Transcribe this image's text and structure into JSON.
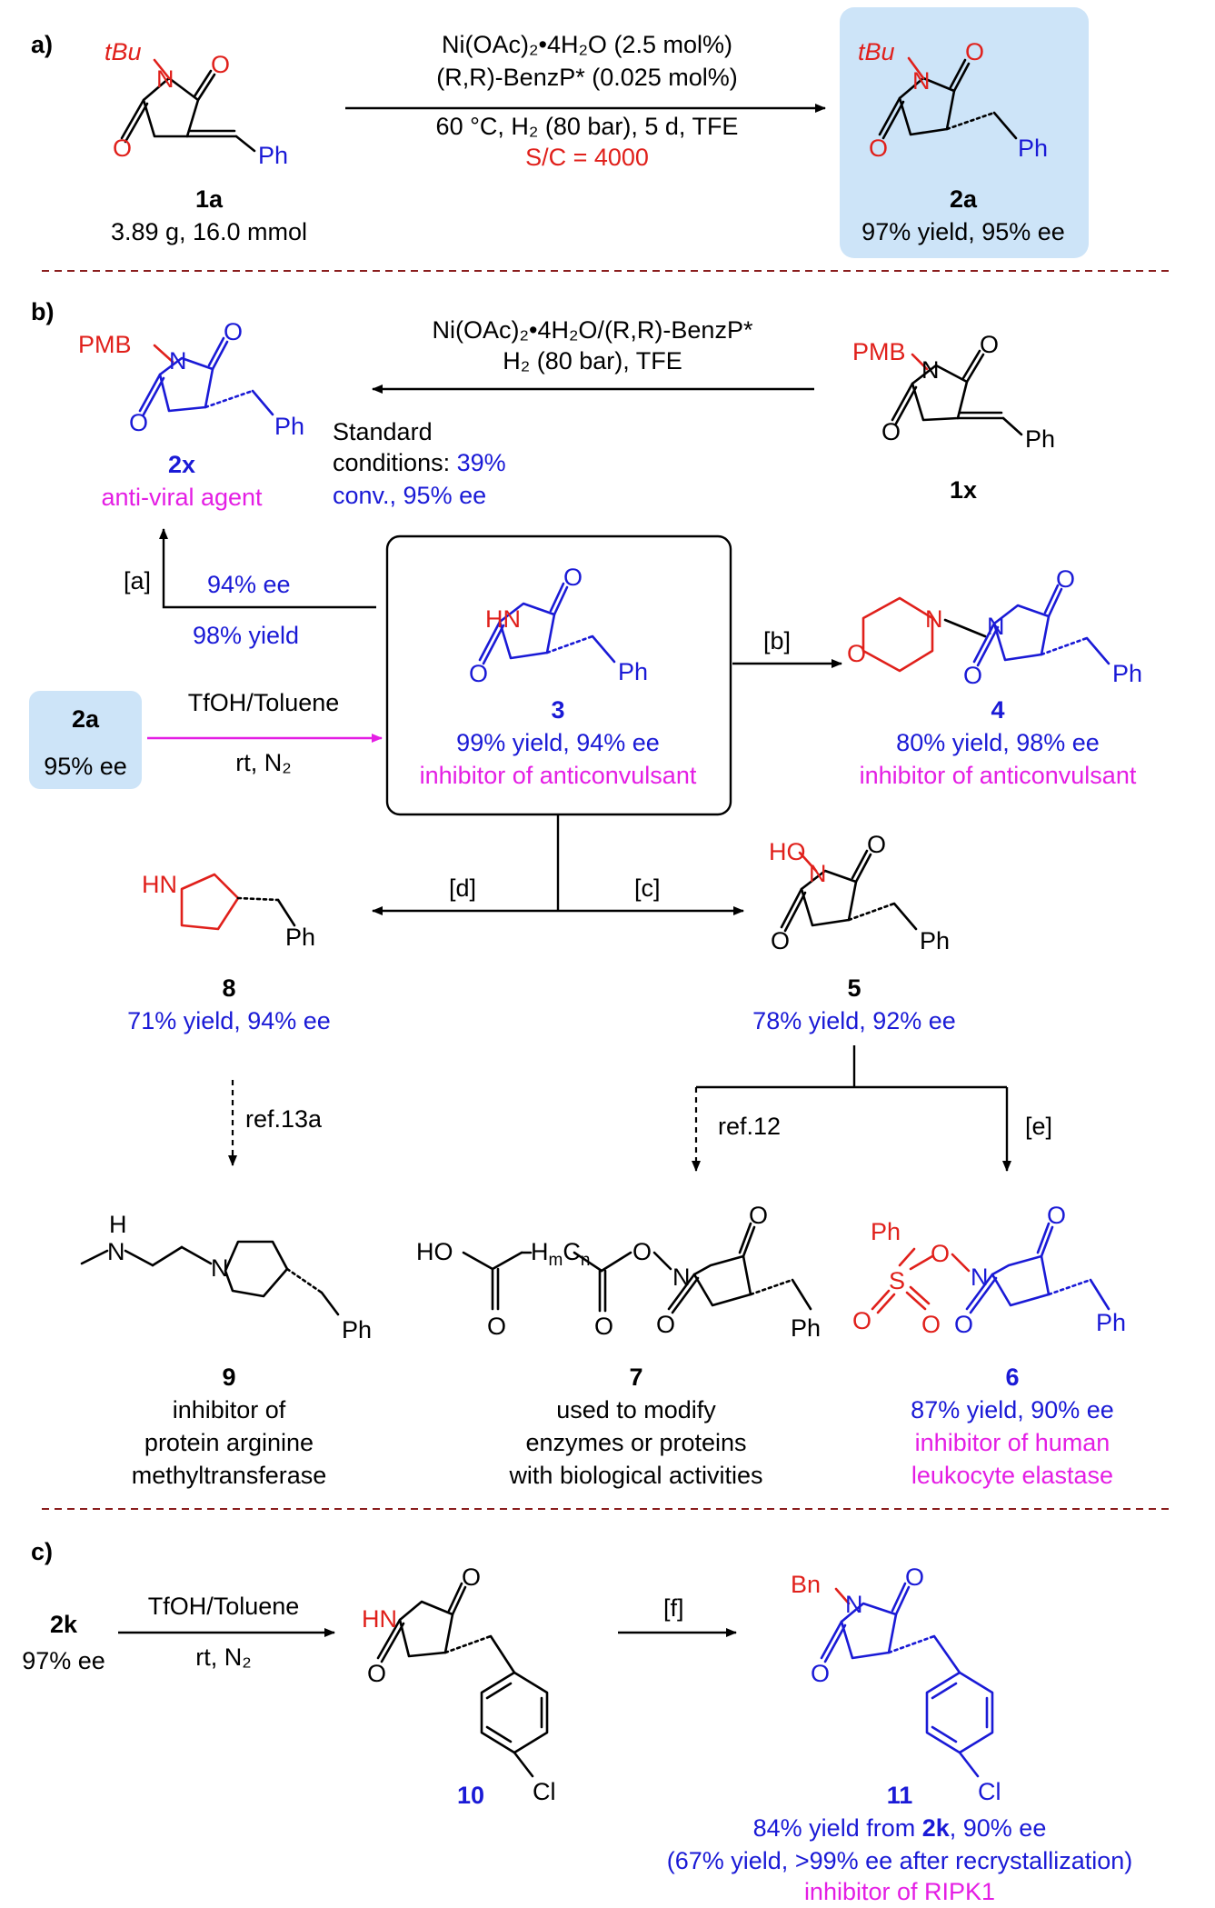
{
  "panel_a": {
    "label": "a)",
    "substrate": {
      "n_sub": "tBu",
      "ph": "Ph",
      "number": "1a",
      "amount": "3.89 g, 16.0 mmol"
    },
    "conditions": {
      "line1": "Ni(OAc)₂•4H₂O (2.5 mol%)",
      "line2": "(R,R)-BenzP* (0.025 mol%)",
      "line3": "60 °C, H₂ (80 bar), 5 d, TFE",
      "line4": "S/C = 4000"
    },
    "product": {
      "n_sub": "tBu",
      "ph": "Ph",
      "number": "2a",
      "result": "97% yield, 95% ee"
    }
  },
  "panel_b": {
    "label": "b)",
    "cmpd_2x": {
      "n_sub": "PMB",
      "ph": "Ph",
      "number": "2x",
      "activity": "anti-viral agent"
    },
    "cmpd_1x": {
      "n_sub": "PMB",
      "ph": "Ph",
      "number": "1x"
    },
    "arrow_1x": {
      "line1": "Ni(OAc)₂•4H₂O/(R,R)-BenzP*",
      "line2": "H₂ (80 bar), TFE"
    },
    "std": {
      "line1": "Standard",
      "line2a": "conditions: ",
      "line2b": "39%",
      "line3": "conv., 95% ee"
    },
    "route_a": {
      "tag": "[a]",
      "ee": "94% ee",
      "yield": "98% yield"
    },
    "start": {
      "number": "2a",
      "ee": "95% ee"
    },
    "arrow_tfoh": {
      "line1": "TfOH/Toluene",
      "line2": "rt, N₂"
    },
    "cmpd_3": {
      "nh": "HN",
      "ph": "Ph",
      "number": "3",
      "result": "99% yield, 94% ee",
      "activity": "inhibitor of anticonvulsant"
    },
    "route_b": {
      "tag": "[b]"
    },
    "cmpd_4": {
      "o": "O",
      "n": "N",
      "ph": "Ph",
      "number": "4",
      "result": "80% yield, 98% ee",
      "activity": "inhibitor of anticonvulsant"
    },
    "route_d": {
      "tag": "[d]"
    },
    "route_c": {
      "tag": "[c]"
    },
    "cmpd_8": {
      "nh": "HN",
      "ph": "Ph",
      "number": "8",
      "result": "71% yield, 94% ee"
    },
    "cmpd_5": {
      "ho": "HO",
      "ph": "Ph",
      "number": "5",
      "result": "78% yield, 92% ee"
    },
    "ref_13a": "ref.13a",
    "ref_12": "ref.12",
    "route_e": {
      "tag": "[e]"
    },
    "cmpd_9": {
      "nh": "H",
      "n": "N",
      "ph": "Ph",
      "number": "9",
      "line1": "inhibitor of",
      "line2": "protein arginine",
      "line3": "methyltransferase"
    },
    "cmpd_7": {
      "ho": "HO",
      "chain": "HmCn",
      "ph": "Ph",
      "number": "7",
      "line1": "used to modify",
      "line2": "enzymes or proteins",
      "line3": "with biological activities"
    },
    "cmpd_6": {
      "ph_s": "Ph",
      "s": "S",
      "ph": "Ph",
      "number": "6",
      "result": "87% yield, 90% ee",
      "line1": "inhibitor of human",
      "line2": "leukocyte elastase"
    }
  },
  "panel_c": {
    "label": "c)",
    "start": {
      "number": "2k",
      "ee": "97% ee"
    },
    "arrow_tfoh": {
      "line1": "TfOH/Toluene",
      "line2": "rt, N₂"
    },
    "cmpd_10": {
      "nh": "HN",
      "cl": "Cl",
      "number": "10"
    },
    "route_f": {
      "tag": "[f]"
    },
    "cmpd_11": {
      "n_sub": "Bn",
      "cl": "Cl",
      "number": "11",
      "result_a": "84% yield from ",
      "result_b": "2k",
      "result_c": ", 90% ee",
      "result2": "(67% yield, >99% ee after recrystallization)",
      "activity": "inhibitor of RIPK1"
    }
  },
  "colors": {
    "blue": "#1a1ad6",
    "red": "#e0201b",
    "magenta": "#e41ee4",
    "highlight": "#cde4f8",
    "separator": "#8a1e1e"
  }
}
